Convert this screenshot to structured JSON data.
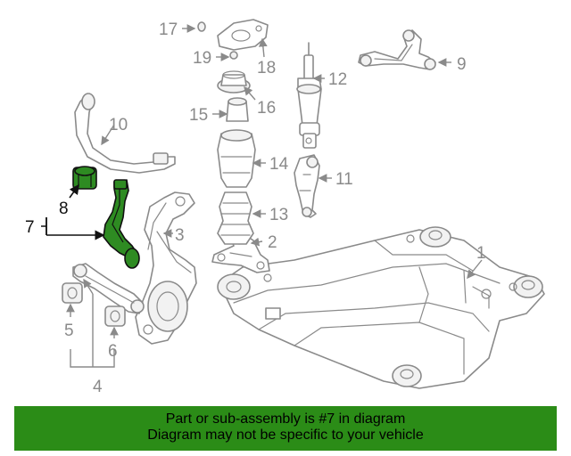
{
  "callouts": {
    "c1": "1",
    "c2": "2",
    "c3": "3",
    "c4": "4",
    "c5": "5",
    "c6": "6",
    "c7": "7",
    "c8": "8",
    "c9": "9",
    "c10": "10",
    "c11": "11",
    "c12": "12",
    "c13": "13",
    "c14": "14",
    "c15": "15",
    "c16": "16",
    "c17": "17",
    "c18": "18",
    "c19": "19"
  },
  "colors": {
    "highlight": "#2e8b22",
    "banner": "#2b8c17",
    "line_art": "#8a8a8a"
  },
  "banner": {
    "line1": "Part or sub-assembly is #7 in diagram",
    "line2": "Diagram may not be specific to your vehicle"
  }
}
